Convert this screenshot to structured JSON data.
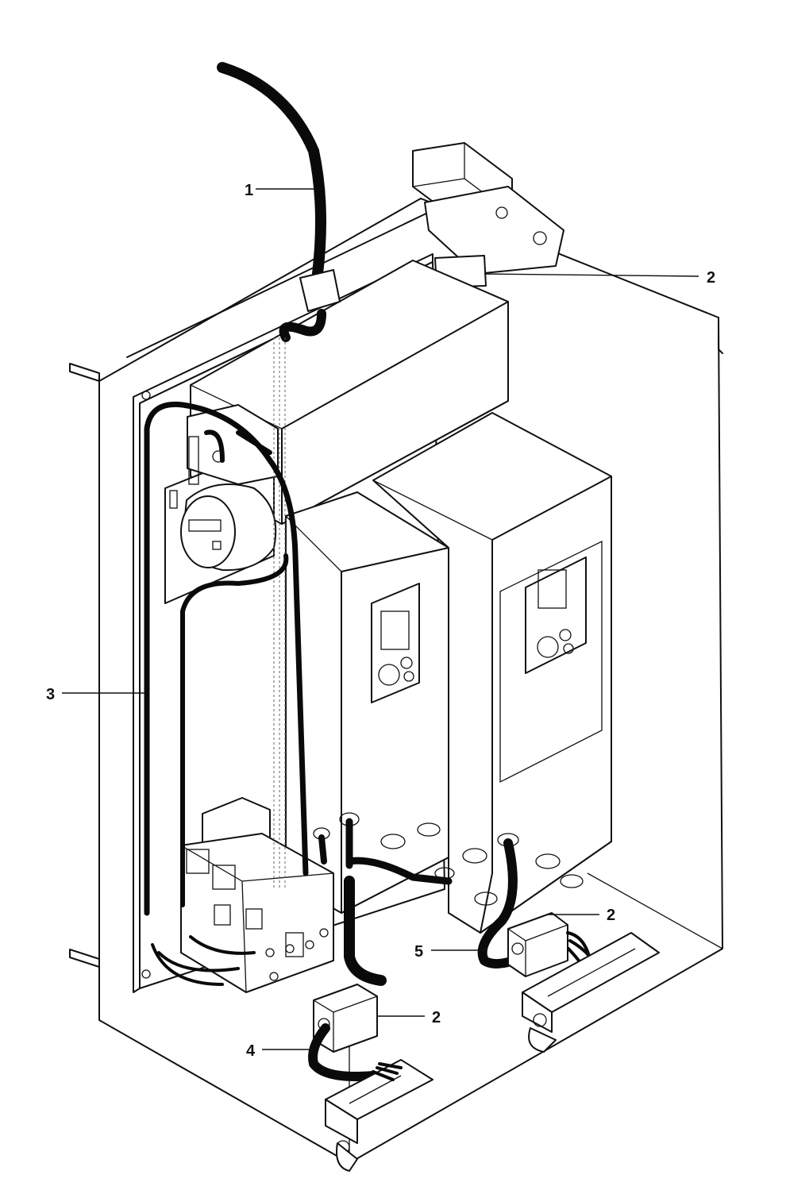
{
  "callouts": [
    {
      "id": "c1",
      "label": "1"
    },
    {
      "id": "c2a",
      "label": "2"
    },
    {
      "id": "c3",
      "label": "3"
    },
    {
      "id": "c2b",
      "label": "2"
    },
    {
      "id": "c5",
      "label": "5"
    },
    {
      "id": "c2c",
      "label": "2"
    },
    {
      "id": "c4",
      "label": "4"
    }
  ]
}
